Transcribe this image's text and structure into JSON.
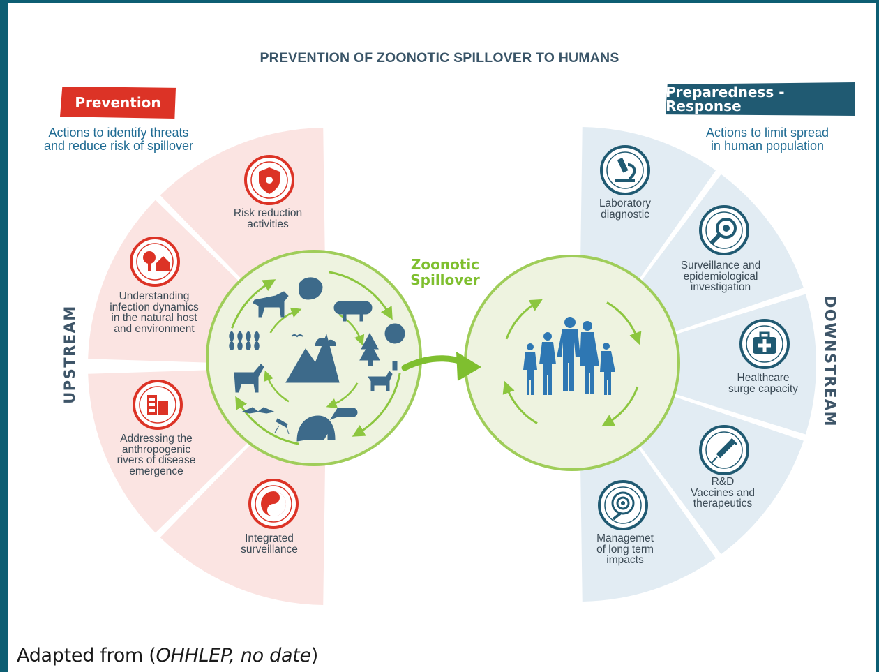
{
  "title": "PREVENTION OF ZOONOTIC SPILLOVER TO HUMANS",
  "prevention": {
    "banner": "Prevention",
    "subtitle_line1": "Actions to identify threats",
    "subtitle_line2": "and reduce risk of spillover",
    "segments": [
      {
        "lines": [
          "Risk reduction",
          "activities"
        ],
        "icon": "shield-virus-icon"
      },
      {
        "lines": [
          "Understanding",
          "infection dynamics",
          "in the natural host",
          "and environment"
        ],
        "icon": "tree-house-icon"
      },
      {
        "lines": [
          "Addressing the",
          "anthropogenic",
          "rivers of disease",
          "emergence"
        ],
        "icon": "building-icon"
      },
      {
        "lines": [
          "Integrated",
          "surveillance"
        ],
        "icon": "yin-yang-icon"
      }
    ],
    "color": "#dc3326"
  },
  "preparedness": {
    "banner": "Preparedness -Response",
    "subtitle_line1": "Actions to limit spread",
    "subtitle_line2": "in human population",
    "segments": [
      {
        "lines": [
          "Laboratory",
          "diagnostic"
        ],
        "icon": "microscope-icon"
      },
      {
        "lines": [
          "Surveillance and",
          "epidemiological",
          "investigation"
        ],
        "icon": "magnifier-virus-icon"
      },
      {
        "lines": [
          "Healthcare",
          "surge capacity"
        ],
        "icon": "medical-kit-icon"
      },
      {
        "lines": [
          "R&D",
          "Vaccines and",
          "therapeutics"
        ],
        "icon": "syringe-icon"
      },
      {
        "lines": [
          "Managemet",
          "of long term",
          "impacts"
        ],
        "icon": "target-icon"
      }
    ],
    "color": "#205a72"
  },
  "upstream_label": "UPSTREAM",
  "downstream_label": "DOWNSTREAM",
  "spillover": {
    "line1": "Zoonotic",
    "line2": "Spillover",
    "color": "#7fbf2f"
  },
  "credit": {
    "prefix": "Adapted from (",
    "source": "OHHLEP, no date",
    "suffix": ")"
  }
}
